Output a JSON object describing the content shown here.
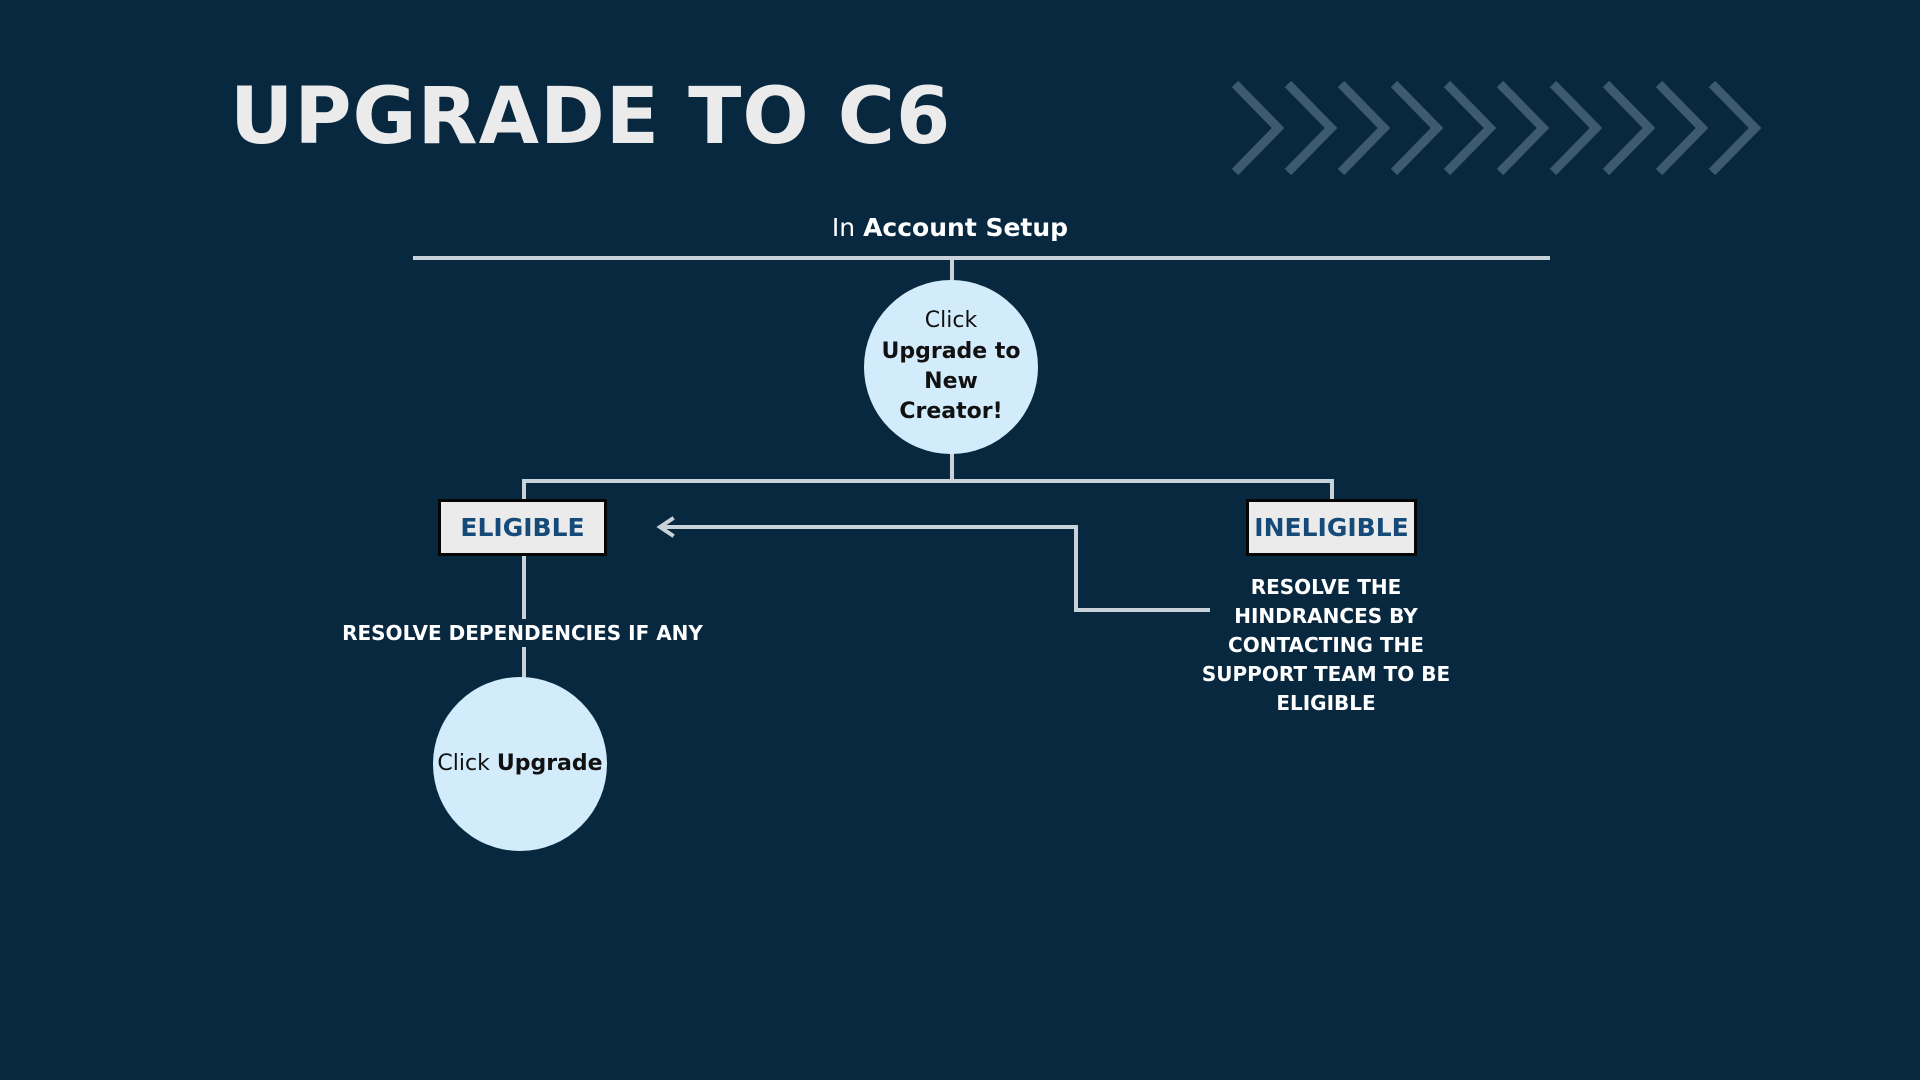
{
  "title": "UPGRADE TO C6",
  "heading": {
    "prefix": "In ",
    "emphasis": "Account Setup"
  },
  "top_step": {
    "prefix": "Click ",
    "emphasis": "Upgrade to New Creator!"
  },
  "eligible_label": "ELIGIBLE",
  "ineligible_label": "INELIGIBLE",
  "dependencies_note": "RESOLVE DEPENDENCIES IF ANY",
  "hindrances_note": "RESOLVE THE HINDRANCES BY CONTACTING THE SUPPORT TEAM TO BE ELIGIBLE",
  "bottom_step": {
    "prefix": "Click ",
    "emphasis": "Upgrade"
  },
  "colors": {
    "background": "#082840",
    "title": "#ebebeb",
    "circle_fill": "#d3ecfc",
    "box_fill": "#ebebeb",
    "box_text": "#164a78",
    "connector": "#c8d2d8",
    "chevron": "#3d5a70"
  },
  "icons": {
    "decoration": "chevron-right-icon"
  }
}
